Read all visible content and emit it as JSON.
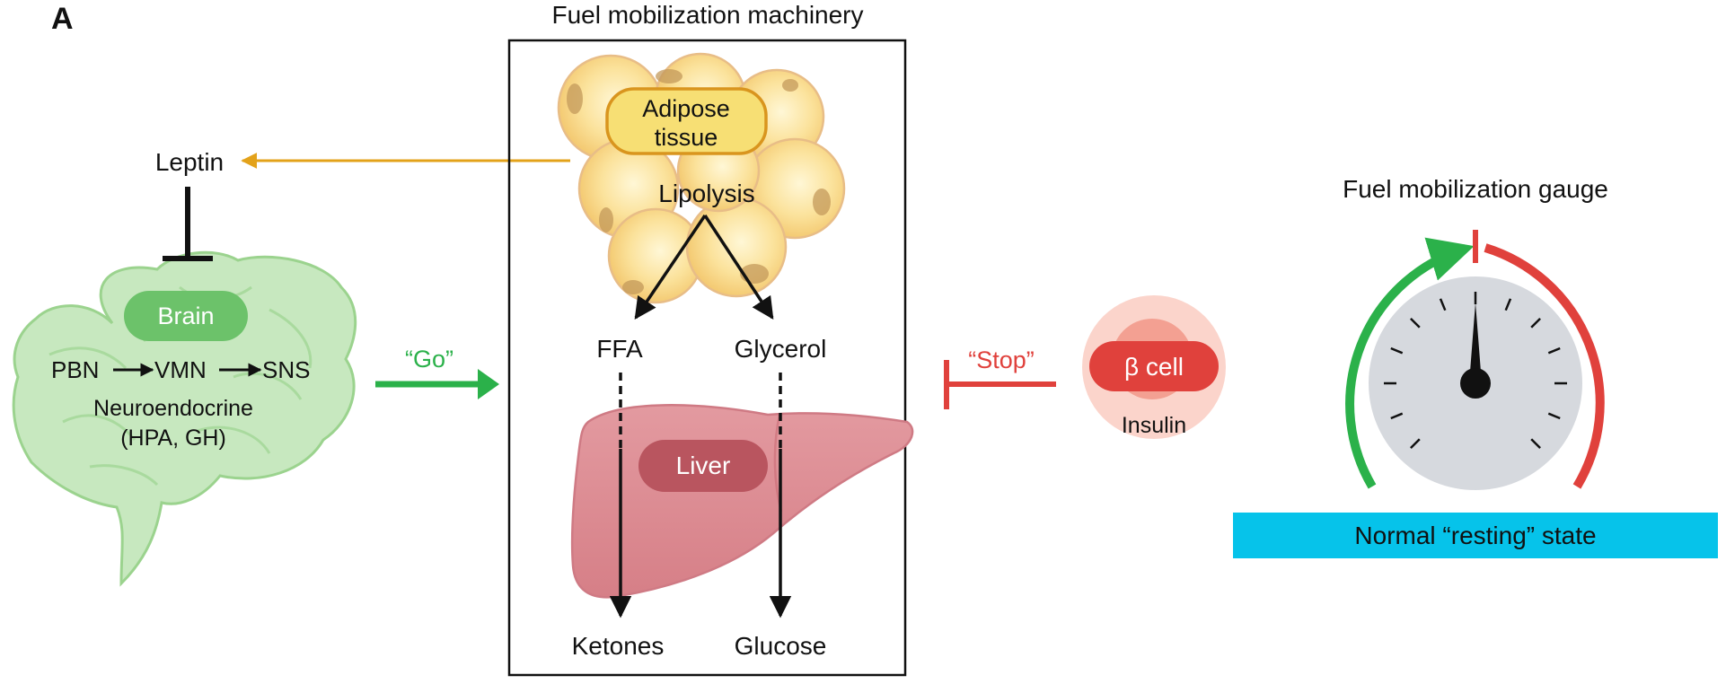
{
  "panel_letter": "A",
  "machinery": {
    "title": "Fuel mobilization machinery",
    "adipose_label_line1": "Adipose",
    "adipose_label_line2": "tissue",
    "lipolysis": "Lipolysis",
    "ffa": "FFA",
    "glycerol": "Glycerol",
    "liver": "Liver",
    "ketones": "Ketones",
    "glucose": "Glucose"
  },
  "brain": {
    "leptin": "Leptin",
    "label": "Brain",
    "pbn": "PBN",
    "vmn": "VMN",
    "sns": "SNS",
    "neuroendocrine": "Neuroendocrine",
    "hpa_gh": "(HPA, GH)",
    "go": "“Go”"
  },
  "beta": {
    "stop": "“Stop”",
    "cell": "β cell",
    "insulin": "Insulin"
  },
  "gauge": {
    "title": "Fuel mobilization gauge",
    "state": "Normal “resting” state",
    "level_fraction": 0.5
  },
  "colors": {
    "go_green": "#2bb14a",
    "stop_red": "#e0413c",
    "leptin_orange": "#e3a21a",
    "state_cyan": "#06c3ea",
    "brain_green": "#6cc26a",
    "liver_pill": "#b9555f"
  }
}
